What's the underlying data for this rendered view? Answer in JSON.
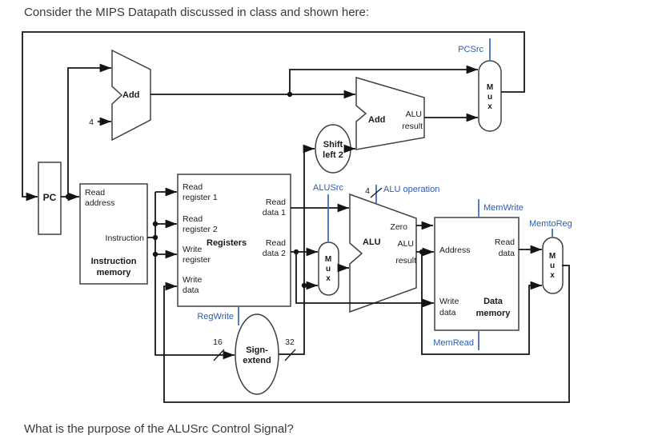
{
  "title": "Consider the MIPS Datapath discussed in class and shown here:",
  "question": "What is the purpose of the ALUSrc Control Signal?",
  "colors": {
    "control_blue": "#2b5cb8",
    "wire_black": "#141414",
    "box_border_gray": "#404040",
    "text_dark": "#3a3a3a"
  },
  "pc": {
    "label": "PC"
  },
  "pc_adder": {
    "label": "Add",
    "increment": "4"
  },
  "branch_adder": {
    "label": "Add",
    "result_l1": "ALU",
    "result_l2": "result"
  },
  "shift_left": {
    "l1": "Shift",
    "l2": "left 2"
  },
  "sign_extend": {
    "l1": "Sign-",
    "l2": "extend",
    "input_bits": "16",
    "output_bits": "32"
  },
  "instruction_memory": {
    "read_address_l1": "Read",
    "read_address_l2": "address",
    "instruction": "Instruction",
    "name_l1": "Instruction",
    "name_l2": "memory"
  },
  "registers": {
    "name": "Registers",
    "read_reg1_l1": "Read",
    "read_reg1_l2": "register 1",
    "read_reg2_l1": "Read",
    "read_reg2_l2": "register 2",
    "write_reg_l1": "Write",
    "write_reg_l2": "register",
    "write_data_l1": "Write",
    "write_data_l2": "data",
    "read_data1_l1": "Read",
    "read_data1_l2": "data 1",
    "read_data2_l1": "Read",
    "read_data2_l2": "data 2"
  },
  "alu": {
    "name": "ALU",
    "zero": "Zero",
    "result_l1": "ALU",
    "result_l2": "result",
    "op_bits": "4"
  },
  "data_memory": {
    "address": "Address",
    "read_data_l1": "Read",
    "read_data_l2": "data",
    "write_data_l1": "Write",
    "write_data_l2": "data",
    "name_l1": "Data",
    "name_l2": "memory"
  },
  "mux": {
    "l1": "M",
    "l2": "u",
    "l3": "x"
  },
  "controls": {
    "pcsrc": "PCSrc",
    "regwrite": "RegWrite",
    "alusrc": "ALUSrc",
    "alu_operation": "ALU operation",
    "memwrite": "MemWrite",
    "memread": "MemRead",
    "memtoreg": "MemtoReg"
  }
}
